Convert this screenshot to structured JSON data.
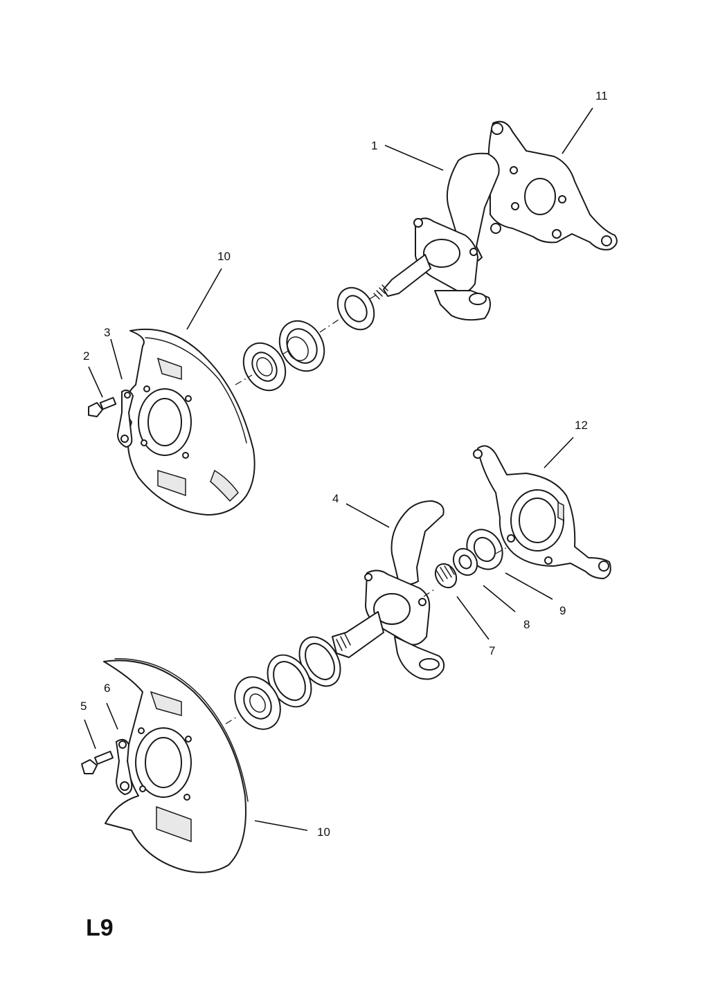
{
  "callouts": {
    "c1": "1",
    "c2": "2",
    "c3": "3",
    "c4": "4",
    "c5": "5",
    "c6": "6",
    "c7": "7",
    "c8": "8",
    "c9": "9",
    "c10_upper": "10",
    "c10_lower": "10",
    "c11": "11",
    "c12": "12"
  },
  "page_label": "L9"
}
